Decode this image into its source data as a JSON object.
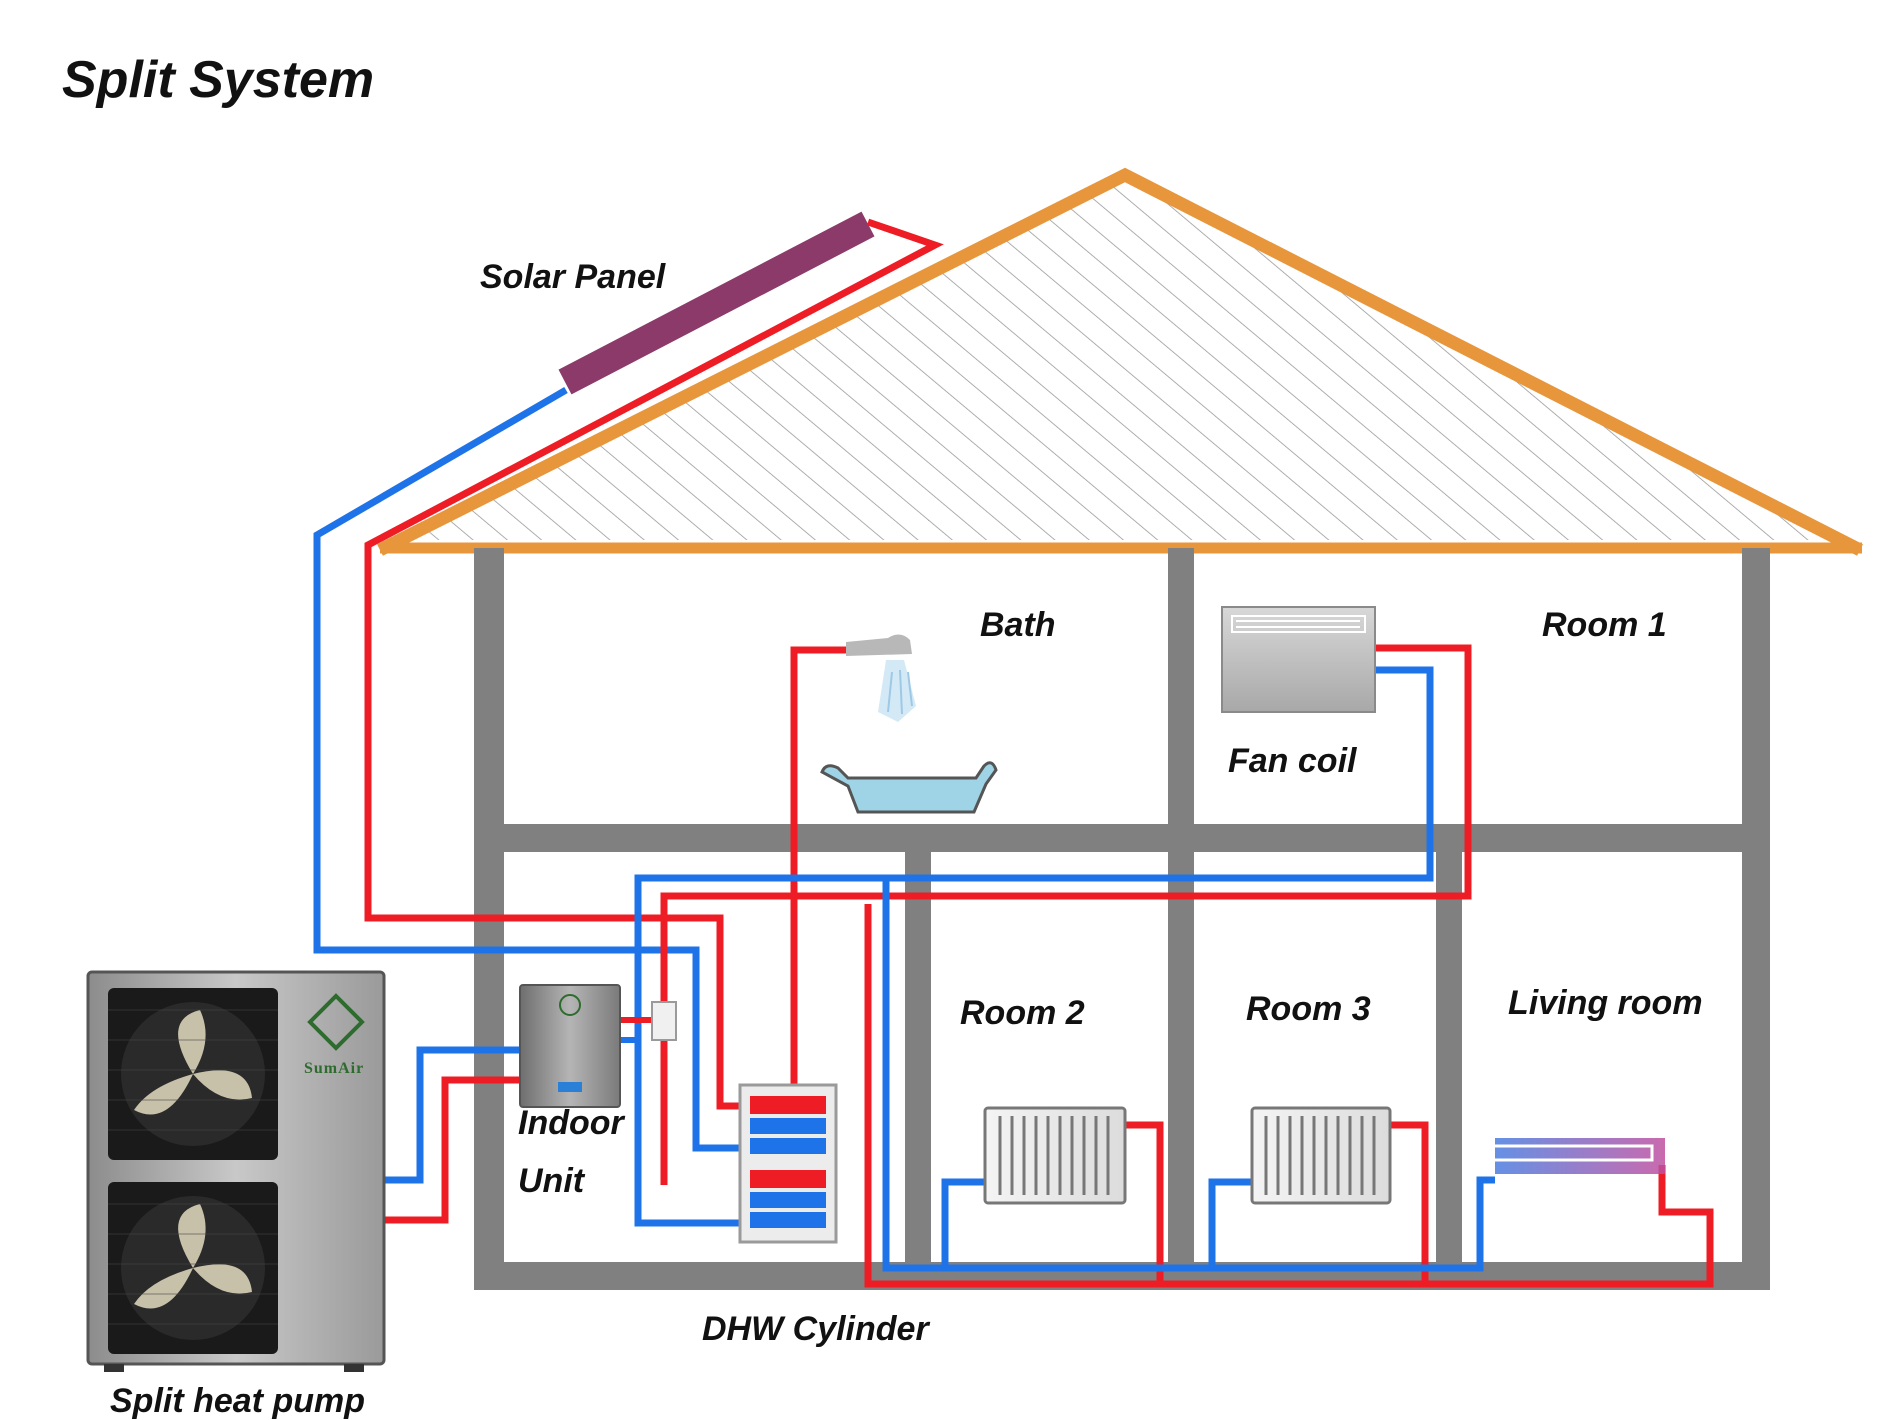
{
  "title": "Split System",
  "labels": {
    "solar_panel": "Solar Panel",
    "bath": "Bath",
    "room1": "Room 1",
    "fan_coil": "Fan coil",
    "room2": "Room 2",
    "room3": "Room 3",
    "living_room": "Living room",
    "indoor": "Indoor",
    "unit": "Unit",
    "dhw_cylinder": "DHW Cylinder",
    "split_heat_pump": "Split heat pump"
  },
  "brand": {
    "logo_text": "SumAir"
  },
  "colors": {
    "roof": "#e8963c",
    "walls": "#808080",
    "hot_pipe": "#ee1c24",
    "cold_pipe": "#1e73e8",
    "solar_panel": "#8b3a6a",
    "logo_green": "#2e6b2e"
  }
}
